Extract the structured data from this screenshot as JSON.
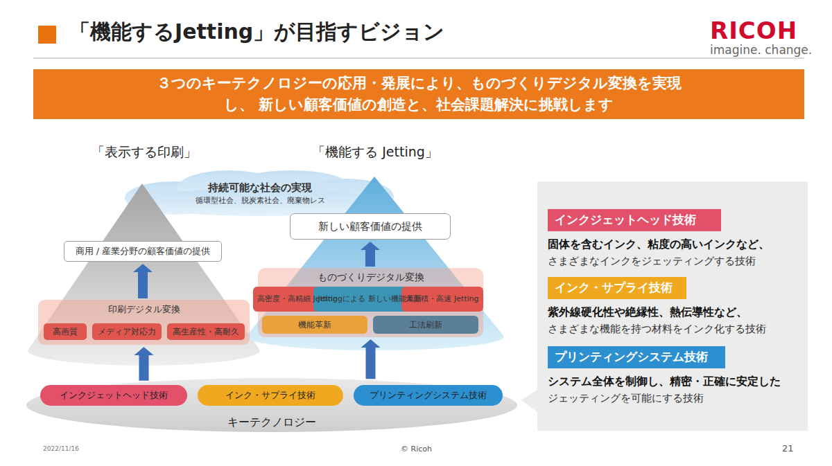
{
  "diagram": {
    "title": "「機能するJetting」が目指すビジョン",
    "nodes": [
      {
        "text": [
          "３つのキーテクノロジーの応用・発展により、ものづくりデジタル変換を実現し、 新しい顧客価値の創造と、社会課題解決に挑戦します"
        ]
      },
      {
        "text": [
          "持続可能な社会の実現",
          "循環型社会、脱炭素社会、廃棄物レス"
        ]
      },
      {
        "text": [
          "「表示する印刷」"
        ]
      },
      {
        "text": [
          "商用 / 産業分野の顧客価値の提供"
        ],
        "in": 2
      },
      {
        "text": [
          "印刷デジタル変換"
        ],
        "in": 2
      },
      {
        "text": [
          "高画質"
        ],
        "in": 4
      },
      {
        "text": [
          "メディア対応力"
        ],
        "in": 4
      },
      {
        "text": [
          "高生産性・高耐久"
        ],
        "in": 4
      },
      {
        "text": [
          "「機能する Jetting」"
        ]
      },
      {
        "text": [
          "新しい顧客価値の提供"
        ],
        "in": 8
      },
      {
        "text": [
          "ものづくりデジタル変換"
        ],
        "in": 8
      },
      {
        "text": [
          "高密度・高精細 Jetting"
        ],
        "in": 10
      },
      {
        "text": [
          "Jettingによる 新しい機能革新"
        ],
        "in": 10
      },
      {
        "text": [
          "大面積・高速 Jetting"
        ],
        "in": 10
      },
      {
        "text": [
          "機能革新"
        ],
        "in": 10
      },
      {
        "text": [
          "工法刷新"
        ],
        "in": 10
      },
      {
        "text": [
          "キーテクノロジー"
        ]
      },
      {
        "text": [
          "インクジェットヘッド技術"
        ],
        "in": 16
      },
      {
        "text": [
          "インク・サプライ技術"
        ],
        "in": 16
      },
      {
        "text": [
          "プリンティングシステム技術"
        ],
        "in": 16
      },
      {
        "text": [
          "インクジェットヘッド技術"
        ]
      },
      {
        "text": [
          "インク・サプライ技術"
        ]
      },
      {
        "text": [
          "プリンティングシステム技術"
        ]
      }
    ],
    "edges": [
      {
        "from": 4,
        "to": 3,
        "arrow": "to"
      },
      {
        "from": 16,
        "to": 4,
        "arrow": "to"
      },
      {
        "from": 10,
        "to": 9,
        "arrow": "to"
      },
      {
        "from": 16,
        "to": 10,
        "arrow": "to"
      }
    ],
    "labels": [
      "RICOH",
      "imagine. change.",
      "固体を含むインク、粘度の高いインクなど、",
      "さまざまなインクをジェッティングする技術",
      "紫外線硬化性や絶縁性、熱伝導性など、",
      "さまざまな機能を持つ材料をインク化する技術",
      "システム全体を制御し、精密・正確に安定した",
      "ジェッティングを可能にする技術",
      "2022/11/16",
      "© Ricoh",
      "21"
    ]
  }
}
